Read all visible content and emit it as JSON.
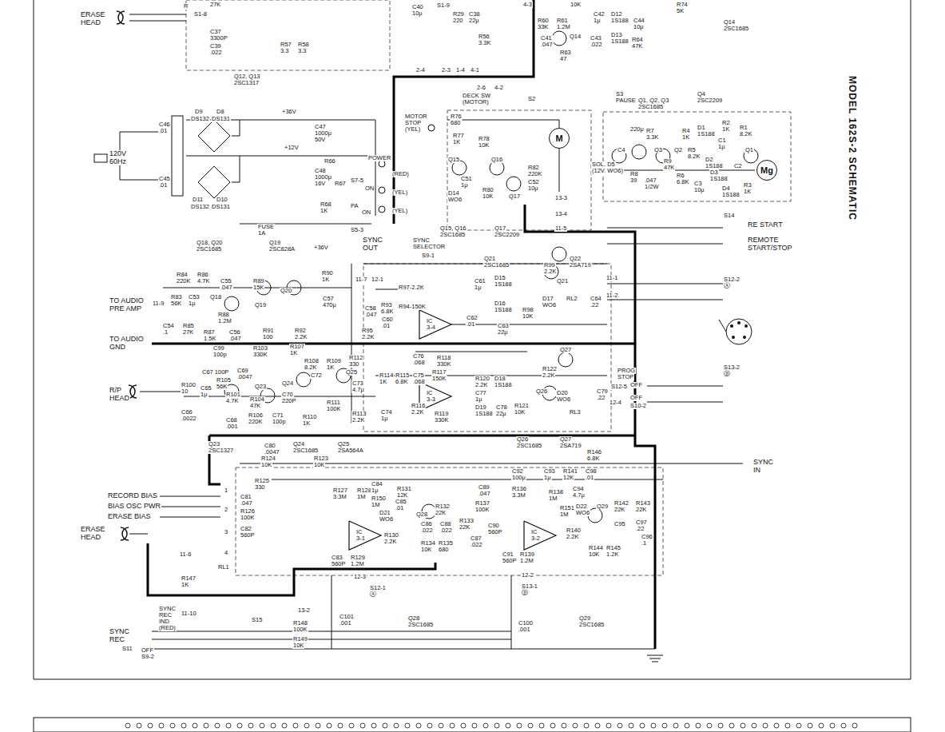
{
  "diagram": {
    "title": "MODEL 162S-2 SCHEMATIC",
    "nodes": [
      {
        "text": [
          "M"
        ]
      },
      {
        "text": [
          "Mg"
        ]
      }
    ],
    "labels": [
      "ERASE",
      "HEAD",
      "R",
      "S1-8",
      "27K",
      "C37",
      "3300P",
      "C39",
      ".022",
      "R57",
      "3.3",
      "R58",
      "3.3",
      "C40",
      "10μ",
      "S1-9",
      "R29",
      "220",
      "C38",
      "22μ",
      "R56",
      "3.3K",
      "4-3",
      "10K",
      "R74",
      "5K",
      "R60",
      "33K",
      "R61",
      "1.2M",
      "C42",
      "1μ",
      "D12",
      "1S188",
      "C44",
      "10μ",
      "Q14",
      "C41",
      ".047",
      "C43",
      ".022",
      "D13",
      "1S188",
      "R64",
      "47K",
      "R63",
      "47",
      "Q14",
      "2SC1685",
      "Q12, Q13",
      "2SC1317",
      "2-4",
      "2-3",
      "1-4",
      "4-1",
      "2-6",
      "4-2",
      "DECK SW",
      "(MOTOR)",
      "S2",
      "S3",
      "PAUSE",
      "Q1, Q2, Q3",
      "2SC1685",
      "Q4",
      "2SC2209",
      "MOTOR",
      "STOP",
      "(YEL)",
      "R76",
      "680",
      "R77",
      "1K",
      "R78",
      "10K",
      "Q15",
      "Q16",
      "C51",
      "1μ",
      "D14",
      "WO6",
      "R80",
      "10K",
      "Q17",
      "R82",
      "220K",
      "C52",
      "10μ",
      "13-3",
      "13-4",
      "11-5",
      "Q15, Q16",
      "2SC1685",
      "Q17",
      "2SC2209",
      "220μ",
      "R7",
      "3.3K",
      "R4",
      "1K",
      "D1",
      "1S188",
      "R2",
      "1K",
      "R1",
      "8.2K",
      "C1",
      "1μ",
      "C4",
      "Q3",
      "Q2",
      "R9",
      "47K",
      "R5",
      "8.2K",
      "D2",
      "1S188",
      "Q1",
      "SOL. D5",
      "(12V. WO6)",
      "R8",
      "39",
      ".047",
      "1/2W",
      "R6",
      "6.8K",
      "C3",
      "10μ",
      "D3",
      "1S188",
      "C2",
      "D4",
      "1S188",
      "R3",
      "1K",
      "S14",
      "RE START",
      "REMOTE",
      "START/STOP",
      "S12-2",
      "Ⓐ",
      "S13-2",
      "Ⓑ",
      "SYNC",
      "IN",
      "D9",
      "D8",
      "DS132",
      "DS131",
      "+36V",
      "C46",
      ".01",
      "120V",
      "60Hz",
      "C45",
      ".01",
      "C47",
      "1000μ",
      "50V",
      "+12V",
      "R66",
      "C48",
      "1000μ",
      "16V",
      "R67",
      "D11",
      "D10",
      "DS132",
      "DS131",
      "R68",
      "1K",
      "S7-5",
      "ON",
      "POWER",
      "(RED)",
      "(YEL)",
      "(YEL)",
      "PA",
      "ON",
      "S5-3",
      "FUSE",
      "1A",
      "Q18, Q20",
      "2SC1685",
      "Q19",
      "2SC828A",
      "+36V",
      "SYNC",
      "OUT",
      "SYNC",
      "SELECTOR",
      "S9-1",
      "R84",
      "220K",
      "R86",
      "4.7K",
      "C55",
      ".047",
      "R89",
      "15K",
      "R90",
      "1K",
      "Q20",
      "C57",
      "470μ",
      "R83",
      "56K",
      "C53",
      "1μ",
      "Q18",
      "Q19",
      "R88",
      "1.2M",
      "C54",
      ".1",
      "R85",
      "27K",
      "R87",
      "1.5K",
      "C56",
      ".047",
      "R91",
      "100",
      "R92",
      "2.2K",
      "TO AUDIO",
      "PRE AMP",
      "11-9",
      "11-7",
      "12-1",
      "R97-2.2K",
      "R94-150K",
      "C58",
      ".047",
      "R93",
      "6.8K",
      "C60",
      ".01",
      "R95",
      "2.2K",
      "IC",
      "3-4",
      "C61",
      "1μ",
      "D15",
      "1S188",
      "D16",
      "1S188",
      "C62",
      ".01",
      "C63",
      "22μ",
      "R98",
      "10K",
      "R99",
      "2.2K",
      "Q21",
      "D17",
      "WO6",
      "RL2",
      "C64",
      ".22",
      "Q21",
      "2SC1685",
      "Q22",
      "2SA719",
      "11-1",
      "11-2",
      "TO AUDIO",
      "GND",
      "C99",
      "100p",
      "R103",
      "330K",
      "R107",
      "1K",
      "R108",
      "8.2K",
      "R109",
      "1K",
      "R112",
      "330",
      "C67 100P",
      "C69",
      ".0047",
      "C72",
      "Q25",
      "R105",
      "56K",
      "R100",
      "10",
      "C65",
      "1μ",
      "R101",
      "4.7K",
      "Q23",
      "R104",
      "47K",
      "Q24",
      "C70",
      "220P",
      "C66",
      ".0022",
      "C68",
      ".001",
      "R106",
      "220K",
      "C71",
      "100p",
      "R110",
      "1K",
      "R111",
      "100K",
      "R113",
      "2.2K",
      "C73",
      "4.7μ",
      "R/P",
      "HEAD",
      "C76",
      ".068",
      "R118",
      "330K",
      "R114",
      "1K",
      "R115",
      "6.8K",
      "C75",
      ".068",
      "R117",
      "150K",
      "IC",
      "3-3",
      "R120",
      "2.2K",
      "D18",
      "1S188",
      "C77",
      "1μ",
      "D19",
      "1S188",
      "C78",
      "22μ",
      "R121",
      "10K",
      "R116",
      "2.2K",
      "R119",
      "330K",
      "C74",
      "1μ",
      "R122",
      "2.2K",
      "Q27",
      "Q26",
      "D20",
      "WO6",
      "RL3",
      "C79",
      ".22",
      "PROG",
      "STOP",
      "OFF",
      "S12-5",
      "12-4",
      "OFF",
      "S10-2",
      "Q23",
      "2SC1327",
      "C80",
      ".0047",
      "Q24",
      "2SC1685",
      "Q25",
      "2SA564A",
      "Q26",
      "2SC1685",
      "Q27",
      "2SA719",
      "R124",
      "10K",
      "R123",
      "10K",
      "R146",
      "6.8K",
      "R141",
      "12K",
      "C98",
      ".01",
      "RECORD BIAS",
      "BIAS OSC PWR",
      "ERASE BIAS",
      "ERASE",
      "HEAD",
      "R125",
      "330",
      "C81",
      ".047",
      "R126",
      "100K",
      "C82",
      "560P",
      "1",
      "2",
      "3",
      "4",
      "R127",
      "3.3M",
      "R128",
      "1M",
      "C84",
      "1μ",
      "R150",
      "1M",
      "D21",
      "WO6",
      "C83",
      "560P",
      "R129",
      "1.2M",
      "R130",
      "2.2K",
      "R131",
      "12K",
      "C85",
      ".01",
      "Q28",
      "R132",
      "22K",
      "C86",
      ".022",
      "C88",
      ".022",
      "R133",
      "22K",
      "C87",
      ".022",
      "R134",
      "10K",
      "R135",
      "680",
      "C89",
      ".047",
      "R137",
      "100K",
      "C90",
      "560P",
      "C91",
      "560P",
      "R139",
      "1.2M",
      "C92",
      "100μ",
      "R136",
      "3.3M",
      "C93",
      "1μ",
      "R138",
      "1M",
      "R151",
      "1M",
      "C94",
      "4.7μ",
      "D22",
      "WO6",
      "Q29",
      "R140",
      "2.2K",
      "R142",
      "22K",
      "R143",
      "22K",
      "C95",
      "C97",
      ".22",
      "C96",
      ".1",
      "R144",
      "10K",
      "R145",
      "1.2K",
      "IC",
      "3-1",
      "IC",
      "3-2",
      "11-6",
      "R147",
      "1K",
      "RL1",
      "11-10",
      "13-2",
      "S15",
      "12-3",
      "S12-1",
      "Ⓐ",
      "12-2",
      "S13-1",
      "Ⓑ",
      "SYNC",
      "REC",
      "IND",
      "(RED)",
      "SYNC",
      "REC",
      "S11",
      "OFF",
      "S9-2",
      "R148",
      "100K",
      "R149",
      "10K",
      "C101",
      ".001",
      "Q28",
      "2SC1685",
      "C100",
      ".001",
      "Q29",
      "2SC1685"
    ]
  }
}
